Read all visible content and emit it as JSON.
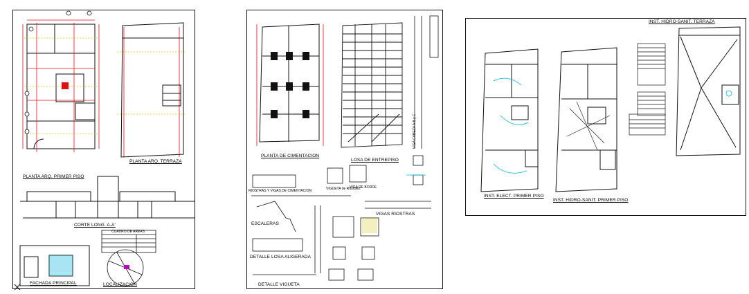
{
  "sheet1": {
    "label_planta_primer_piso": "PLANTA ARQ. PRIMER PISO",
    "label_planta_terraza": "PLANTA ARQ. TERRAZA",
    "label_corte": "CORTE LONG. A-A'",
    "label_fachada": "FACHADA PRINCIPAL",
    "label_localizacion": "LOCALIZACION",
    "label_cuadro": "CUADRO DE AREAS"
  },
  "sheet2": {
    "label_cimentacion": "PLANTA DE CIMENTACION",
    "label_losa": "LOSA DE ENTREPISO",
    "label_viga_cabeza": "VIGA CABEZA A B y C",
    "label_viga_rigidez": "VIGUETA de RIGIDEZ",
    "label_viga_borde": "VIGA DE BORDE",
    "label_escaleras": "ESCALERAS",
    "label_vigas_riostras": "VIGAS RIOSTRAS",
    "label_detalle_losa": "DETALLE LOSA ALIGERADA",
    "label_detalle_vigueta": "DETALLE VIGUETA",
    "label_riostras_cimentacion": "RIOSTRAS Y VIGAS DE CIMENTACION"
  },
  "sheet3": {
    "label_elect": "INST. ELECT. PRIMER PISO",
    "label_hidro_primer": "INST. HIDRO-SANIT. PRIMER PISO",
    "label_hidro_terraza": "INST. HIDRO-SANIT. TERRAZA"
  },
  "colors": {
    "line": "#111111",
    "dimension_red": "#e01010",
    "dimension_yellow": "#d4c000",
    "accent_cyan": "#00b4d8",
    "accent_magenta": "#c000c0"
  }
}
